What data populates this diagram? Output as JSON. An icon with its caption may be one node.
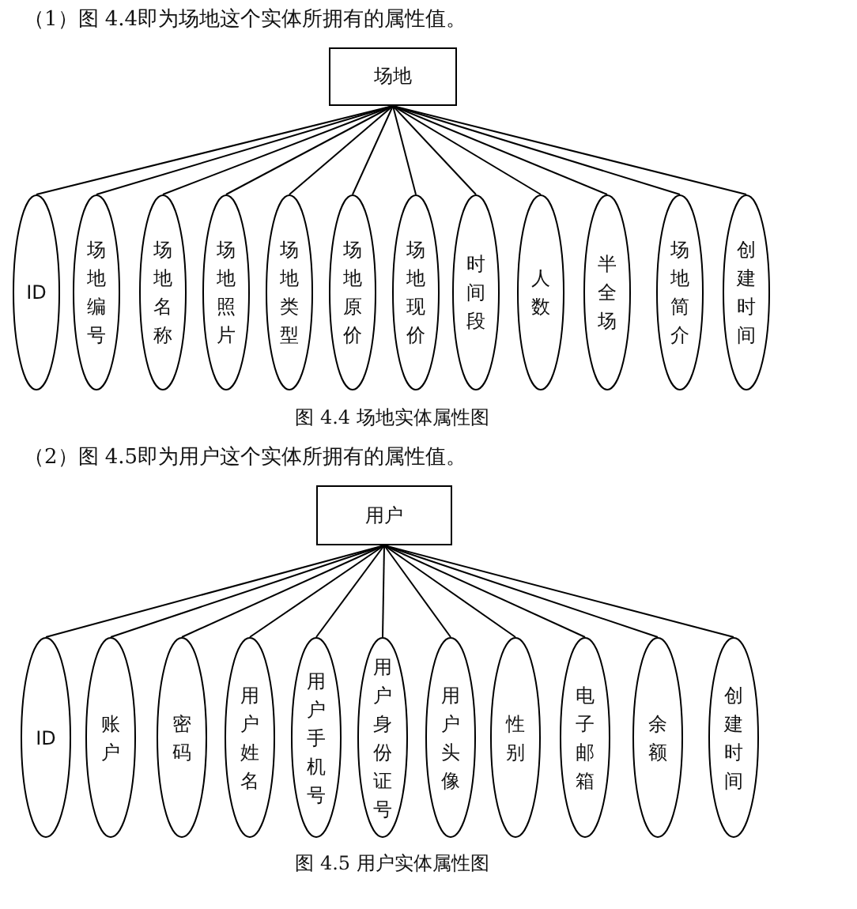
{
  "diagram": {
    "nodes": [
      {
        "text": [
          "场地"
        ]
      },
      {
        "text": [
          "ID"
        ]
      },
      {
        "text": [
          "场地编号"
        ]
      },
      {
        "text": [
          "场地名称"
        ]
      },
      {
        "text": [
          "场地照片"
        ]
      },
      {
        "text": [
          "场地类型"
        ]
      },
      {
        "text": [
          "场地原价"
        ]
      },
      {
        "text": [
          "场地现价"
        ]
      },
      {
        "text": [
          "时间段"
        ]
      },
      {
        "text": [
          "人数"
        ]
      },
      {
        "text": [
          "半全场"
        ]
      },
      {
        "text": [
          "场地简介"
        ]
      },
      {
        "text": [
          "创建时间"
        ]
      },
      {
        "text": [
          "用户"
        ]
      },
      {
        "text": [
          "ID"
        ]
      },
      {
        "text": [
          "账户"
        ]
      },
      {
        "text": [
          "密码"
        ]
      },
      {
        "text": [
          "用户姓名"
        ]
      },
      {
        "text": [
          "用户手机号"
        ]
      },
      {
        "text": [
          "用户身份证号"
        ]
      },
      {
        "text": [
          "用户头像"
        ]
      },
      {
        "text": [
          "性别"
        ]
      },
      {
        "text": [
          "电子邮箱"
        ]
      },
      {
        "text": [
          "余额"
        ]
      },
      {
        "text": [
          "创建时间"
        ]
      }
    ],
    "edges": [
      {
        "from": 0,
        "to": 1,
        "arrow": "none"
      },
      {
        "from": 0,
        "to": 2,
        "arrow": "none"
      },
      {
        "from": 0,
        "to": 3,
        "arrow": "none"
      },
      {
        "from": 0,
        "to": 4,
        "arrow": "none"
      },
      {
        "from": 0,
        "to": 5,
        "arrow": "none"
      },
      {
        "from": 0,
        "to": 6,
        "arrow": "none"
      },
      {
        "from": 0,
        "to": 7,
        "arrow": "none"
      },
      {
        "from": 0,
        "to": 8,
        "arrow": "none"
      },
      {
        "from": 0,
        "to": 9,
        "arrow": "none"
      },
      {
        "from": 0,
        "to": 10,
        "arrow": "none"
      },
      {
        "from": 0,
        "to": 11,
        "arrow": "none"
      },
      {
        "from": 0,
        "to": 12,
        "arrow": "none"
      },
      {
        "from": 13,
        "to": 14,
        "arrow": "none"
      },
      {
        "from": 13,
        "to": 15,
        "arrow": "none"
      },
      {
        "from": 13,
        "to": 16,
        "arrow": "none"
      },
      {
        "from": 13,
        "to": 17,
        "arrow": "none"
      },
      {
        "from": 13,
        "to": 18,
        "arrow": "none"
      },
      {
        "from": 13,
        "to": 19,
        "arrow": "none"
      },
      {
        "from": 13,
        "to": 20,
        "arrow": "none"
      },
      {
        "from": 13,
        "to": 21,
        "arrow": "none"
      },
      {
        "from": 13,
        "to": 22,
        "arrow": "none"
      },
      {
        "from": 13,
        "to": 23,
        "arrow": "none"
      },
      {
        "from": 13,
        "to": 24,
        "arrow": "none"
      }
    ],
    "labels": [
      "（1）图 4.4即为场地这个实体所拥有的属性值。",
      "图 4.4  场地实体属性图",
      "（2）图 4.5即为用户这个实体所拥有的属性值。",
      "图 4.5  用户实体属性图"
    ]
  }
}
